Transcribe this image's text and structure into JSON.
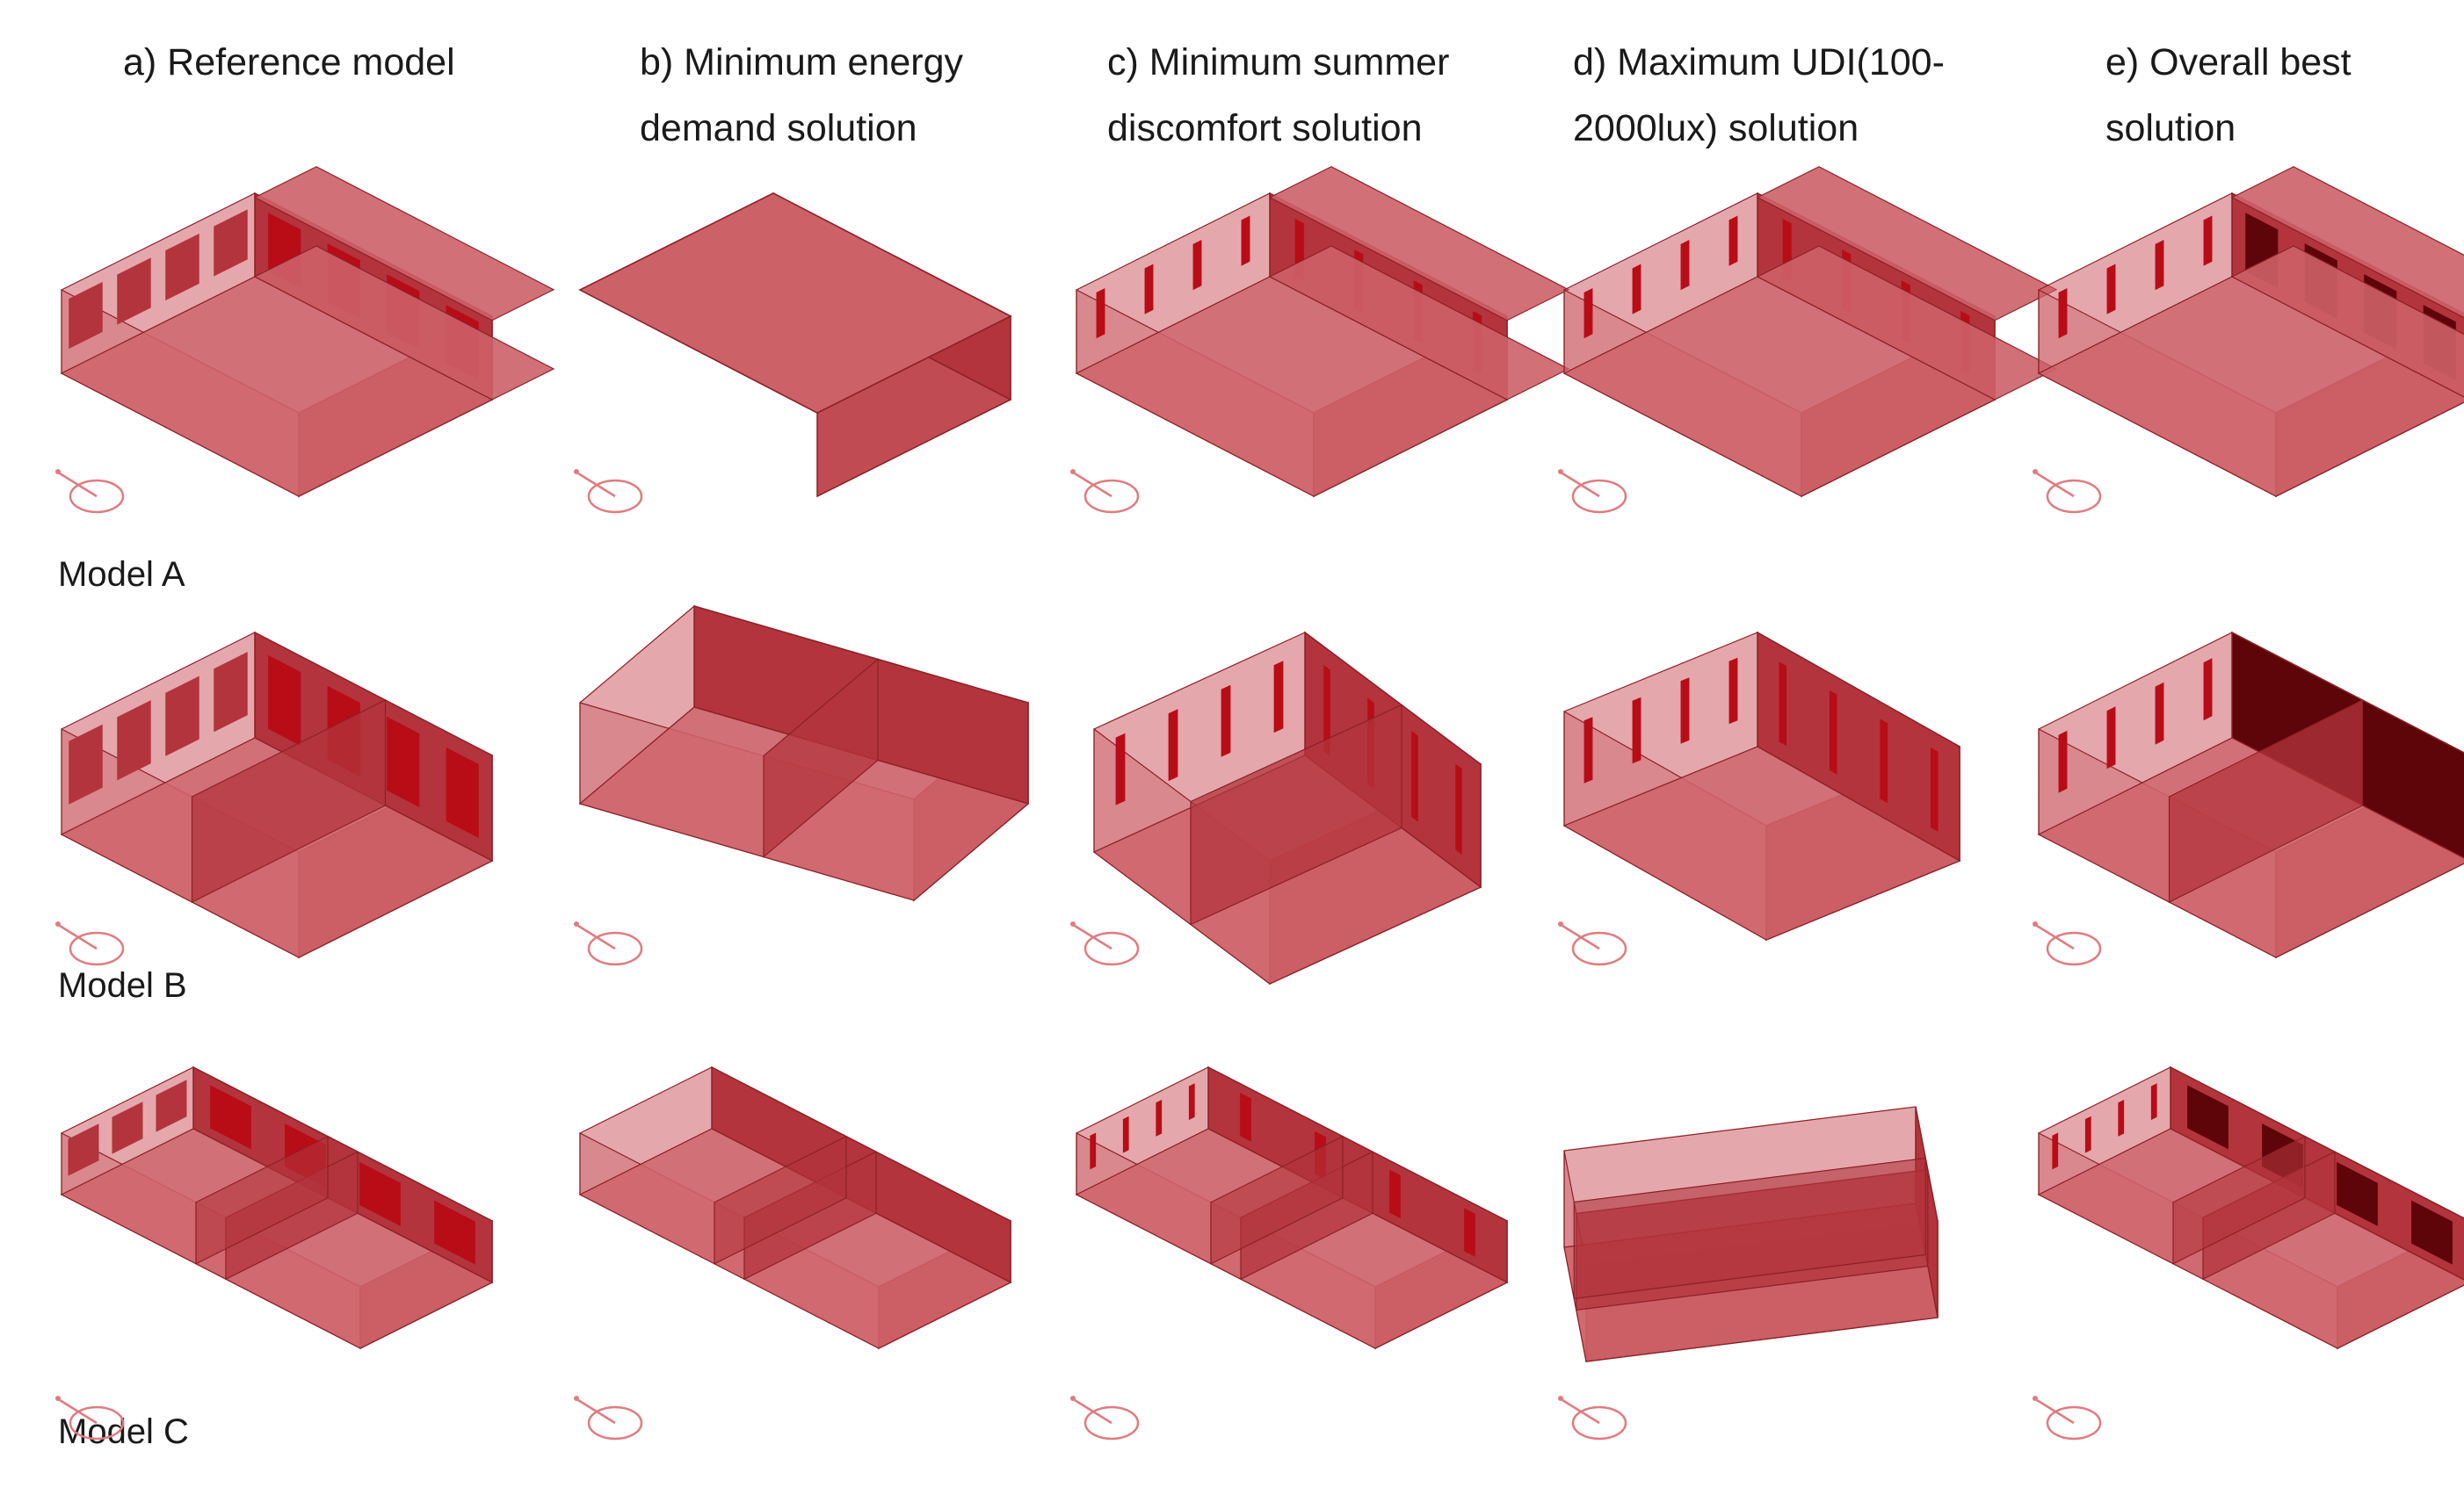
{
  "columns": [
    {
      "key": "a",
      "lines": [
        "a) Reference model"
      ]
    },
    {
      "key": "b",
      "lines": [
        "b) Minimum energy",
        "demand solution"
      ]
    },
    {
      "key": "c",
      "lines": [
        "c) Minimum summer",
        "discomfort solution"
      ]
    },
    {
      "key": "d",
      "lines": [
        "d) Maximum UDI(100-",
        "2000lux) solution"
      ]
    },
    {
      "key": "e",
      "lines": [
        "e) Overall best",
        "solution"
      ]
    }
  ],
  "rows": [
    {
      "key": "A",
      "label": "Model A"
    },
    {
      "key": "B",
      "label": "Model B"
    },
    {
      "key": "C",
      "label": "Model C"
    }
  ],
  "colors": {
    "face_top": "#cd6168",
    "face_front": "#c04b53",
    "face_side": "#b3343c",
    "window": "#b80c17",
    "window_dark": "#5e0509",
    "outline": "#8c2026",
    "compass": "#e07b80"
  },
  "icons": [
    "north-arrow-icon"
  ]
}
